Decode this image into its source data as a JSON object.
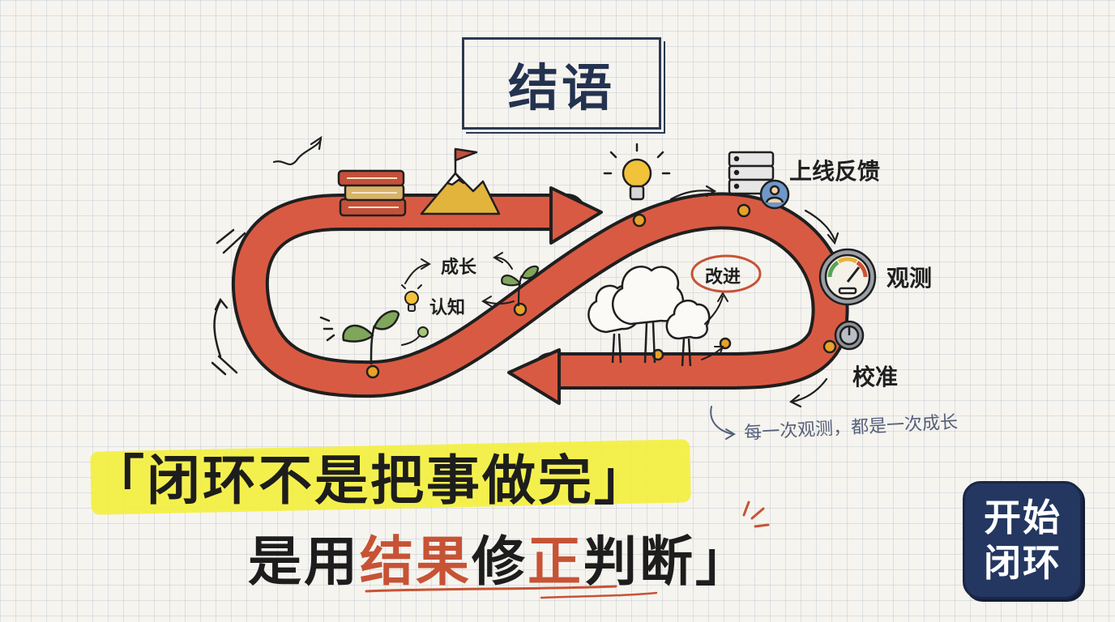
{
  "title": "结语",
  "labels": {
    "growth": "成长",
    "cognition": "认知",
    "improve": "改进",
    "release_feedback": "上线反馈",
    "observe": "观测",
    "calibrate": "校准"
  },
  "note": "每一次观测，都是一次成长",
  "quote": {
    "open_mark": "「",
    "line1": "闭环不是把事做完",
    "close_mark1": "」",
    "line2_plain1": "是用",
    "line2_red1": "结果",
    "line2_plain2": "修",
    "line2_red2": "正",
    "line2_plain3": "判断",
    "close_mark2": "」"
  },
  "badge": {
    "line1": "开始",
    "line2": "闭环"
  },
  "colors": {
    "loop": "#d95a43",
    "title_ink": "#23324f",
    "highlight": "#f3ef3c",
    "accent_red": "#c75335",
    "badge_bg": "#233761"
  },
  "icons": [
    "book-stack-icon",
    "mountain-flag-icon",
    "lightbulb-icon",
    "server-icon",
    "user-avatar-icon",
    "gauge-icon",
    "knob-icon",
    "sprout-icon",
    "tree-icon"
  ]
}
